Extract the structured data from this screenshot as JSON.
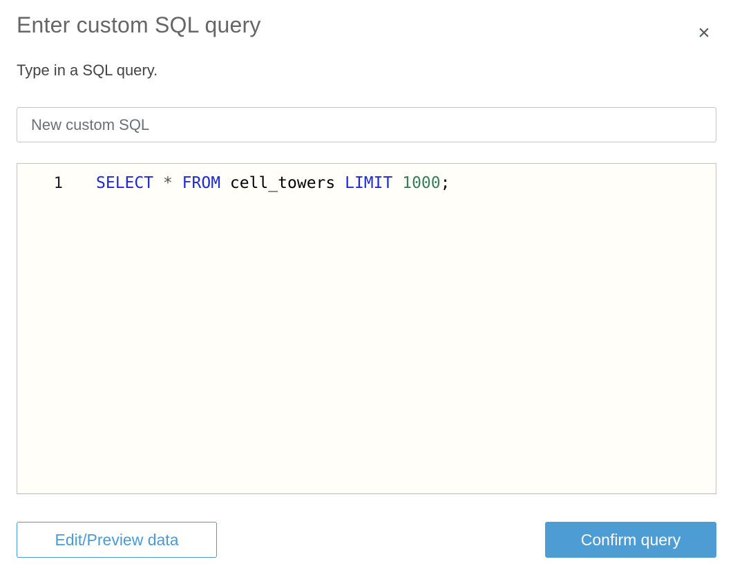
{
  "dialog": {
    "title": "Enter custom SQL query",
    "close_icon": "×",
    "subtitle": "Type in a SQL query.",
    "name_input": {
      "value": "New custom SQL"
    },
    "editor": {
      "lines": [
        {
          "number": "1",
          "tokens": [
            {
              "text": "SELECT",
              "type": "keyword"
            },
            {
              "text": " ",
              "type": "plain"
            },
            {
              "text": "*",
              "type": "operator"
            },
            {
              "text": " ",
              "type": "plain"
            },
            {
              "text": "FROM",
              "type": "keyword"
            },
            {
              "text": " ",
              "type": "plain"
            },
            {
              "text": "cell_towers",
              "type": "identifier"
            },
            {
              "text": " ",
              "type": "plain"
            },
            {
              "text": "LIMIT",
              "type": "keyword"
            },
            {
              "text": " ",
              "type": "plain"
            },
            {
              "text": "1000",
              "type": "number"
            },
            {
              "text": ";",
              "type": "plain"
            }
          ]
        }
      ]
    },
    "footer": {
      "edit_preview_label": "Edit/Preview data",
      "confirm_label": "Confirm query"
    },
    "colors": {
      "accent_blue": "#4d9dd4",
      "secondary_button_blue": "#4a9ad6",
      "keyword_blue": "#1e2ad4",
      "number_green": "#35805a",
      "operator_gray": "#555555",
      "identifier_black": "#000000",
      "editor_background": "#fffef9",
      "title_gray": "#666666"
    }
  }
}
